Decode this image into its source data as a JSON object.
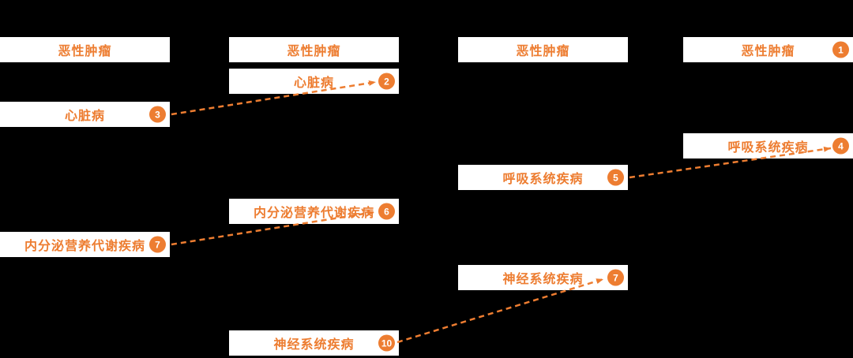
{
  "colors": {
    "background": "#000000",
    "box_background": "#FFFFFF",
    "accent": "#ED7D31",
    "badge_text": "#FFFFFF"
  },
  "columns": [
    {
      "items": [
        {
          "label": "恶性肿瘤"
        },
        {
          "label": "心脏病",
          "badge": "3"
        },
        {
          "label": "内分泌营养代谢疾病",
          "badge": "7"
        }
      ]
    },
    {
      "items": [
        {
          "label": "恶性肿瘤"
        },
        {
          "label": "心脏病",
          "badge": "2"
        },
        {
          "label": "内分泌营养代谢疾病",
          "badge": "6"
        },
        {
          "label": "神经系统疾病",
          "badge": "10"
        }
      ]
    },
    {
      "items": [
        {
          "label": "恶性肿瘤"
        },
        {
          "label": "呼吸系统疾病",
          "badge": "5"
        },
        {
          "label": "神经系统疾病",
          "badge": "7"
        }
      ]
    },
    {
      "items": [
        {
          "label": "恶性肿瘤",
          "badge": "1"
        },
        {
          "label": "呼吸系统疾病",
          "badge": "4"
        }
      ]
    }
  ],
  "connections": [
    {
      "label": "心脏病",
      "from_rank": "3",
      "to_rank": "2"
    },
    {
      "label": "内分泌营养代谢疾病",
      "from_rank": "7",
      "to_rank": "6"
    },
    {
      "label": "神经系统疾病",
      "from_rank": "10",
      "to_rank": "7"
    },
    {
      "label": "呼吸系统疾病",
      "from_rank": "5",
      "to_rank": "4"
    }
  ]
}
